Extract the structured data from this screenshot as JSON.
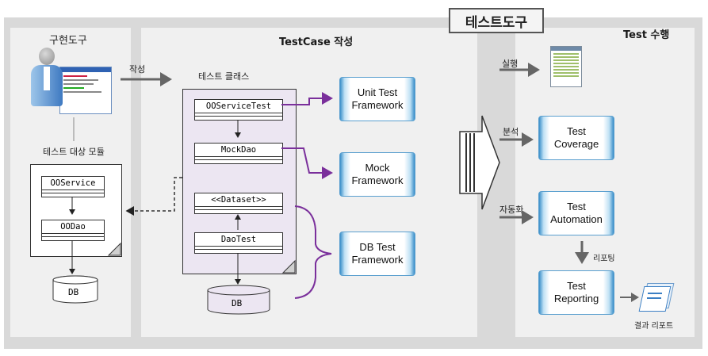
{
  "title_tab": "테스트도구",
  "left": {
    "tool_label": "구현도구",
    "write_label": "작성",
    "module_label": "테스트 대상 모듈",
    "classes": [
      "OOService",
      "OODao"
    ],
    "db": "DB"
  },
  "middle": {
    "title": "TestCase 작성",
    "test_class_label": "테스트 클래스",
    "classes": [
      "OOServiceTest",
      "MockDao",
      "<<Dataset>>",
      "DaoTest"
    ],
    "db": "DB",
    "frameworks": [
      "Unit Test Framework",
      "Mock Framework",
      "DB Test Framework"
    ]
  },
  "right": {
    "title": "Test 수행",
    "run_label": "실행",
    "analyze_label": "분석",
    "automate_label": "자동화",
    "report_label": "리포팅",
    "result_label": "결과 리포트",
    "boxes": [
      "Test Coverage",
      "Test Automation",
      "Test Reporting"
    ]
  },
  "colors": {
    "arrow_purple": "#7a2f9b",
    "panel": "#f0f0f0",
    "outer": "#d9d9d9",
    "tab_border": "#555555"
  }
}
